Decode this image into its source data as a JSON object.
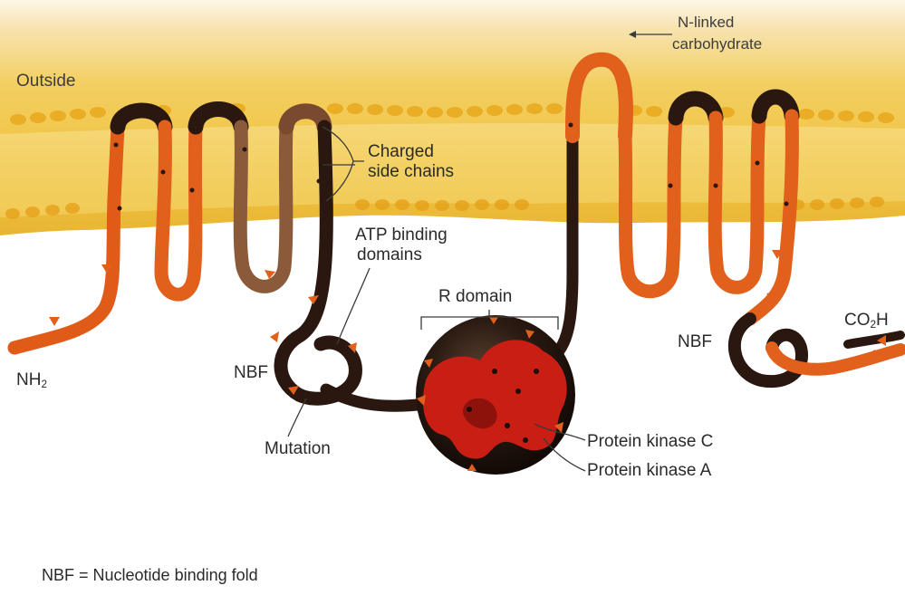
{
  "labels": {
    "outside": "Outside",
    "n_linked": [
      "N-linked",
      "carbohydrate"
    ],
    "charged": [
      "Charged",
      "side chains"
    ],
    "atp": [
      "ATP binding",
      "domains"
    ],
    "r_domain": "R domain",
    "nbf_left": "NBF",
    "nbf_right": "NBF",
    "nh2_main": "NH",
    "nh2_sub": "2",
    "co2h_main": "CO",
    "co2h_sub": "2",
    "co2h_tail": "H",
    "mutation": "Mutation",
    "pkc": "Protein kinase C",
    "pka": "Protein kinase A",
    "legend": "NBF = Nucleotide binding fold"
  },
  "colors": {
    "membrane_top": "#f0c040",
    "membrane_band": "#f5d470",
    "protein_orange": "#e0601c",
    "protein_dark": "#2a1a10",
    "r_domain_red": "#c81e14"
  }
}
